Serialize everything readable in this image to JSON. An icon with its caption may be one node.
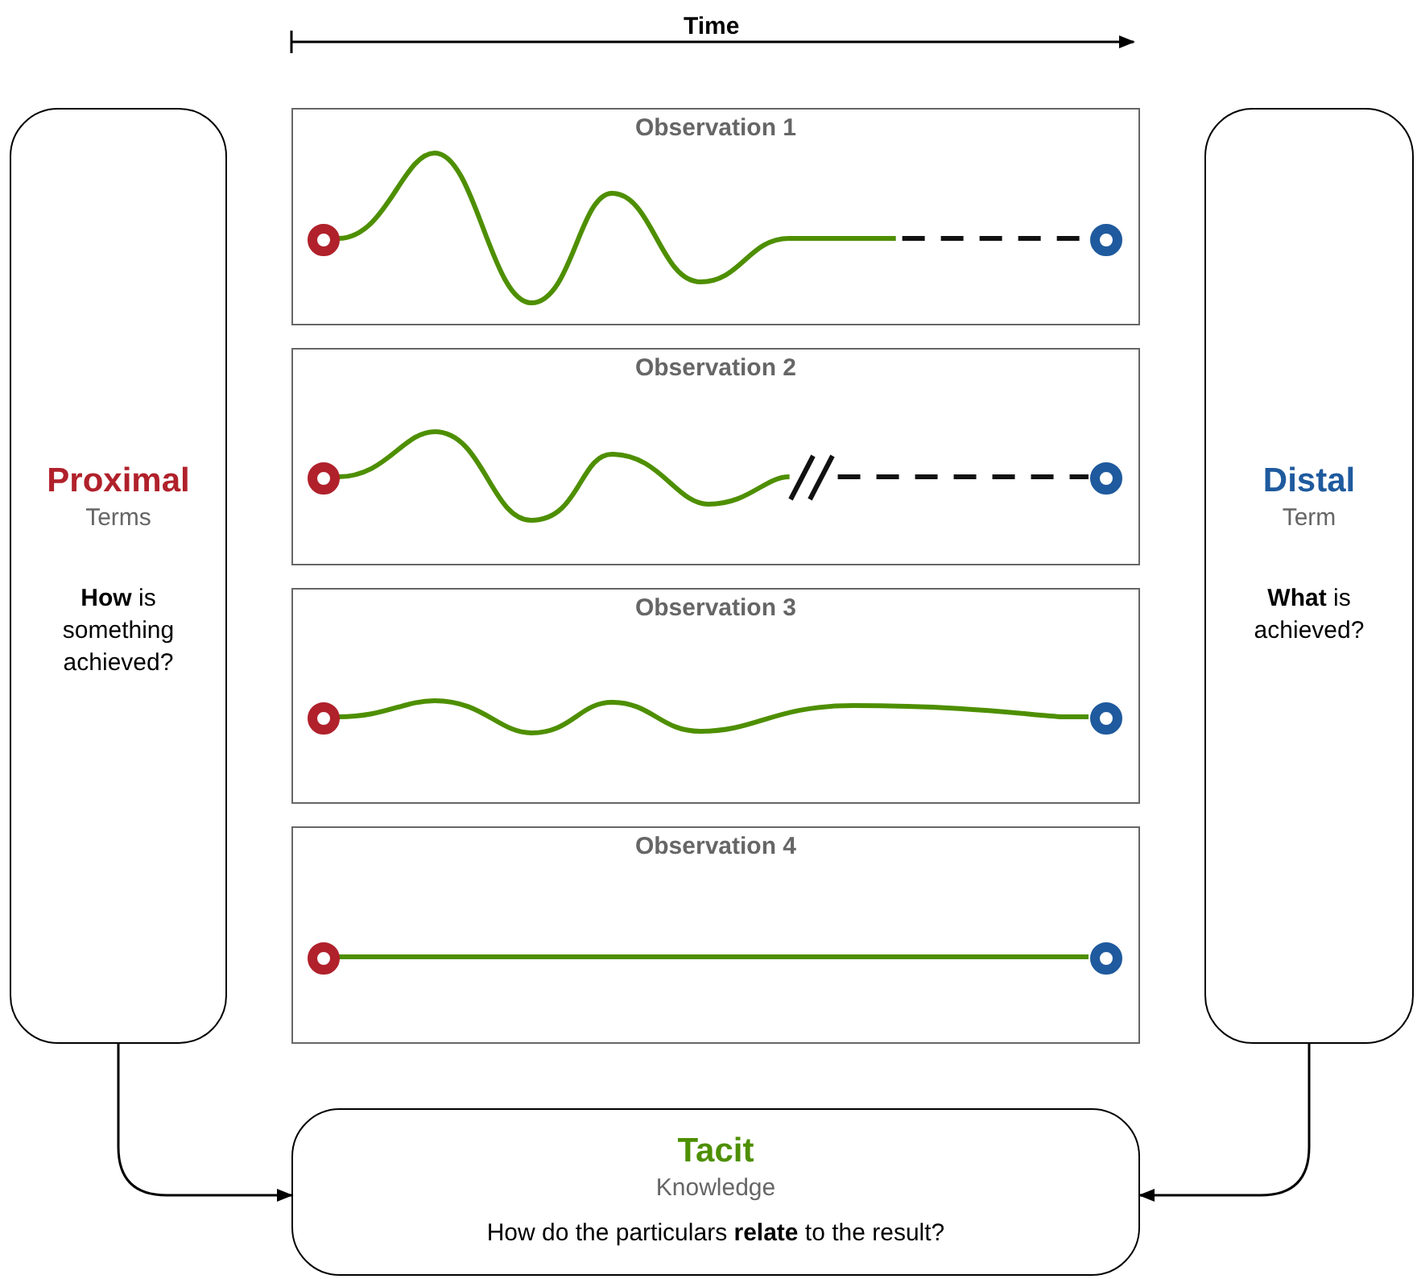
{
  "diagram": {
    "nodes": [
      {
        "text": [
          "Proximal",
          "Terms",
          "**How** is something achieved?"
        ]
      },
      {
        "text": [
          "Observation 1"
        ]
      },
      {
        "text": [],
        "shape": "circle",
        "in": 1
      },
      {
        "text": [],
        "shape": "circle",
        "in": 1
      },
      {
        "text": [
          "Observation 2"
        ]
      },
      {
        "text": [],
        "shape": "circle",
        "in": 4
      },
      {
        "text": [],
        "shape": "circle",
        "in": 4
      },
      {
        "text": [
          "Observation 3"
        ]
      },
      {
        "text": [],
        "shape": "circle",
        "in": 7
      },
      {
        "text": [],
        "shape": "circle",
        "in": 7
      },
      {
        "text": [
          "Observation 4"
        ]
      },
      {
        "text": [],
        "shape": "circle",
        "in": 10
      },
      {
        "text": [],
        "shape": "circle",
        "in": 10
      },
      {
        "text": [
          "Distal",
          "Term",
          "**What** is achieved?"
        ]
      },
      {
        "text": [
          "Tacit",
          "Knowledge",
          "How do the particulars **relate** to the result?"
        ]
      }
    ],
    "edges": [
      {
        "from": 2,
        "to": 3,
        "arrow": "none",
        "style": "dashed"
      },
      {
        "from": 5,
        "to": 6,
        "arrow": "none",
        "style": "dashed"
      },
      {
        "from": 8,
        "to": 9,
        "arrow": "none",
        "style": "thick"
      },
      {
        "from": 11,
        "to": 12,
        "arrow": "none",
        "style": "thick"
      },
      {
        "from": 0,
        "to": 14,
        "arrow": "to",
        "color": "#000000"
      },
      {
        "from": 13,
        "to": 14,
        "arrow": "to",
        "color": "#000000"
      }
    ],
    "labels": [
      "Time"
    ]
  }
}
